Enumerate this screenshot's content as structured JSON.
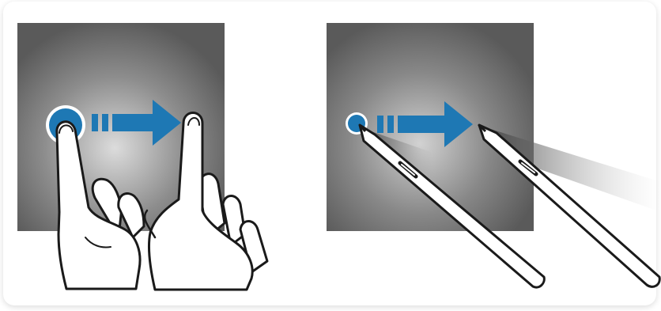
{
  "figure": {
    "panels": [
      {
        "id": "finger-drag",
        "gesture": "drag",
        "tool": "finger",
        "icons": [
          "touch-point-icon",
          "arrow-right-icon",
          "hand-icon"
        ]
      },
      {
        "id": "pen-drag",
        "gesture": "drag",
        "tool": "stylus",
        "icons": [
          "touch-point-icon",
          "arrow-right-icon",
          "stylus-pen-icon"
        ]
      }
    ],
    "colors": {
      "accent": "#1e78b4",
      "screen_dark": "#5a5a5a",
      "screen_light": "#dcdcdc",
      "outline": "#1a1a1a",
      "card": "#ffffff"
    }
  }
}
